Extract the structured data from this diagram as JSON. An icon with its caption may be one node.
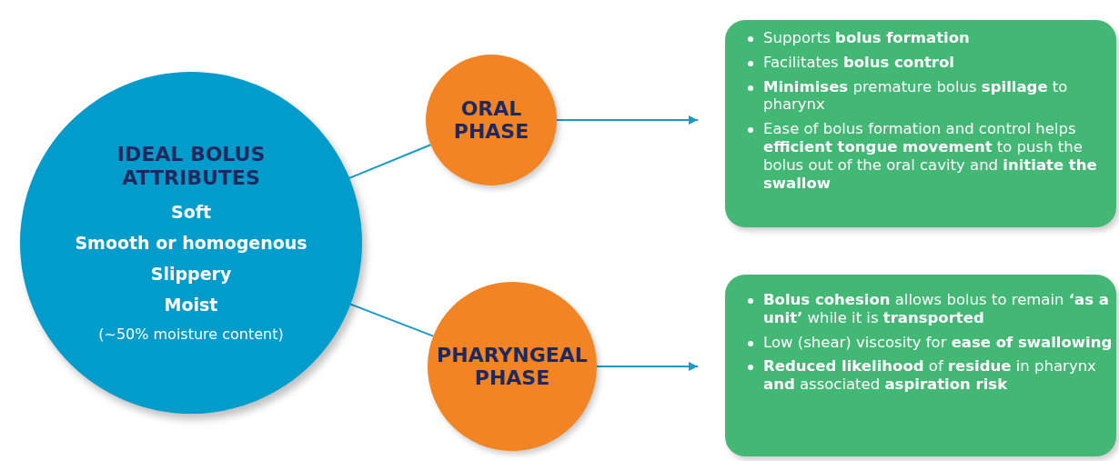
{
  "diagram": {
    "nodes": [
      {
        "text": [
          "IDEAL BOLUS ATTRIBUTES",
          "Soft",
          "Smooth or homogenous",
          "Slippery",
          "Moist",
          "(~50% moisture content)"
        ]
      },
      {
        "text": [
          "ORAL PHASE"
        ]
      },
      {
        "text": [
          "Supports **bolus formation**",
          "Facilitates **bolus control**",
          "**Minimises** premature bolus **spillage** to pharynx",
          "Ease of bolus formation and control helps **efficient tongue movement** to push the bolus out of the oral cavity and **initiate the swallow**"
        ]
      },
      {
        "text": [
          "PHARYNGEAL PHASE"
        ]
      },
      {
        "text": [
          "**Bolus cohesion** allows bolus to remain **‘as a unit’** while it is **transported**",
          "Low (shear) viscosity for **ease of swallowing**",
          "**Reduced likelihood** of **residue** in pharynx **and** associated **aspiration risk**"
        ]
      }
    ],
    "edges": [
      {
        "from": 0,
        "to": 1,
        "arrow": "none"
      },
      {
        "from": 0,
        "to": 3,
        "arrow": "none"
      },
      {
        "from": 1,
        "to": 2,
        "arrow": "to"
      },
      {
        "from": 3,
        "to": 4,
        "arrow": "to"
      }
    ]
  }
}
